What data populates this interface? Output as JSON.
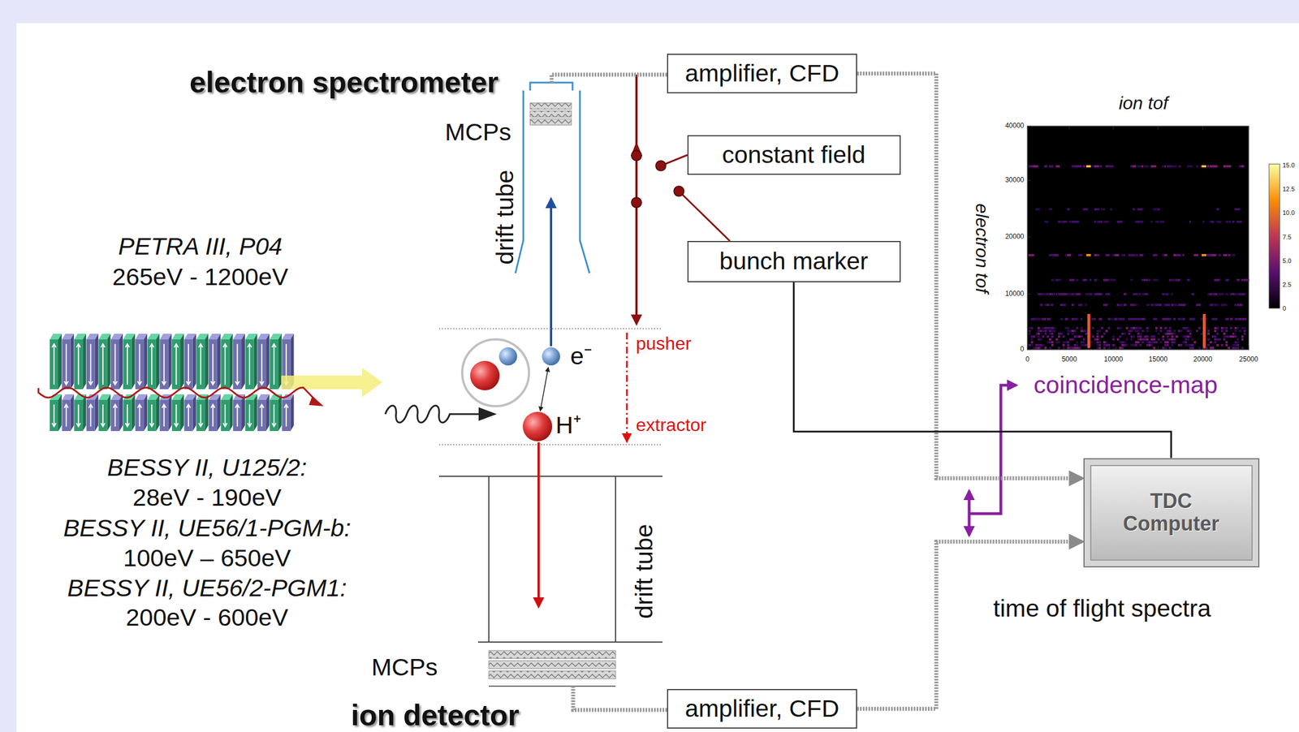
{
  "diagram": {
    "nodes": [
      {
        "text": [
          "amplifier, CFD"
        ]
      },
      {
        "text": [
          "constant field"
        ]
      },
      {
        "text": [
          "bunch marker"
        ]
      },
      {
        "text": [
          "TDC Computer"
        ]
      },
      {
        "text": [
          "amplifier, CFD"
        ]
      }
    ],
    "edges": [
      {
        "from": 0,
        "to": 3,
        "arrow": "to"
      },
      {
        "from": 2,
        "to": 3,
        "arrow": "none"
      },
      {
        "from": 4,
        "to": 3,
        "arrow": "to"
      }
    ],
    "labels": [
      "electron spectrometer",
      "MCPs",
      "drift tube",
      "PETRA III, P04",
      "265eV - 1200eV",
      "e⁻",
      "H⁺",
      "pusher",
      "extractor",
      "BESSY II, U125/2:",
      "28eV - 190eV",
      "BESSY II, UE56/1-PGM-b:",
      "100eV – 650eV",
      "BESSY II, UE56/2-PGM1:",
      "200eV - 600eV",
      "drift tube",
      "MCPs",
      "ion detector",
      "ion tof",
      "electron tof",
      "coincidence-map",
      "time of flight spectra",
      "40000",
      "30000",
      "20000",
      "10000",
      "0",
      "0",
      "5000",
      "10000",
      "15000",
      "20000",
      "25000",
      "15.0",
      "12.5",
      "10.0",
      "7.5",
      "5.0",
      "2.5",
      "0"
    ]
  }
}
